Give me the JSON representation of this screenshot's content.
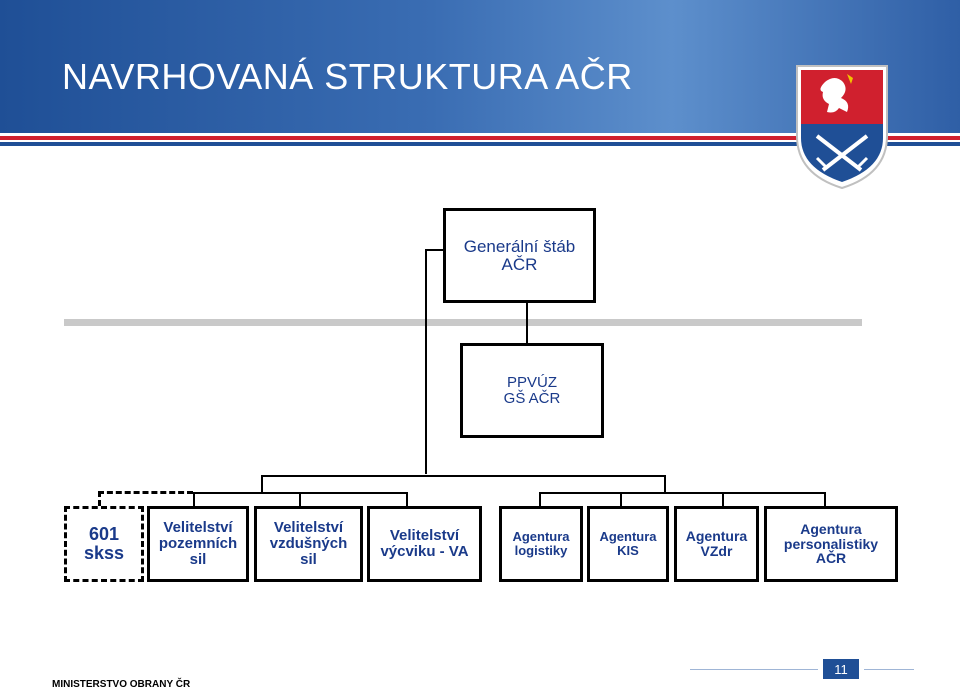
{
  "slide": {
    "title": "NAVRHOVANÁ STRUKTURA  AČR",
    "footer": "MINISTERSTVO OBRANY ČR",
    "page_number": "11",
    "emblem_icon": "army-lion-swords-emblem-icon"
  },
  "org": {
    "top": {
      "line1": "Generální štáb",
      "line2": "AČR"
    },
    "second": {
      "line1": "PPVÚZ",
      "line2": "GŠ AČR"
    },
    "units": [
      {
        "lines": [
          "601",
          "skss"
        ],
        "dashed": true
      },
      {
        "lines": [
          "Velitelství",
          "pozemních",
          "sil"
        ]
      },
      {
        "lines": [
          "Velitelství",
          "vzdušných",
          "sil"
        ]
      },
      {
        "lines": [
          "Velitelství",
          "výcviku - VA"
        ]
      },
      {
        "lines": [
          "Agentura",
          "logistiky"
        ]
      },
      {
        "lines": [
          "Agentura",
          "KIS"
        ]
      },
      {
        "lines": [
          "Agentura",
          "VZdr"
        ]
      },
      {
        "lines": [
          "Agentura",
          "personalistiky",
          "AČR"
        ]
      }
    ]
  },
  "colors": {
    "header_blue": "#1f4f96",
    "text_blue": "#1a3a8a",
    "stripe_red": "#d0202e"
  }
}
